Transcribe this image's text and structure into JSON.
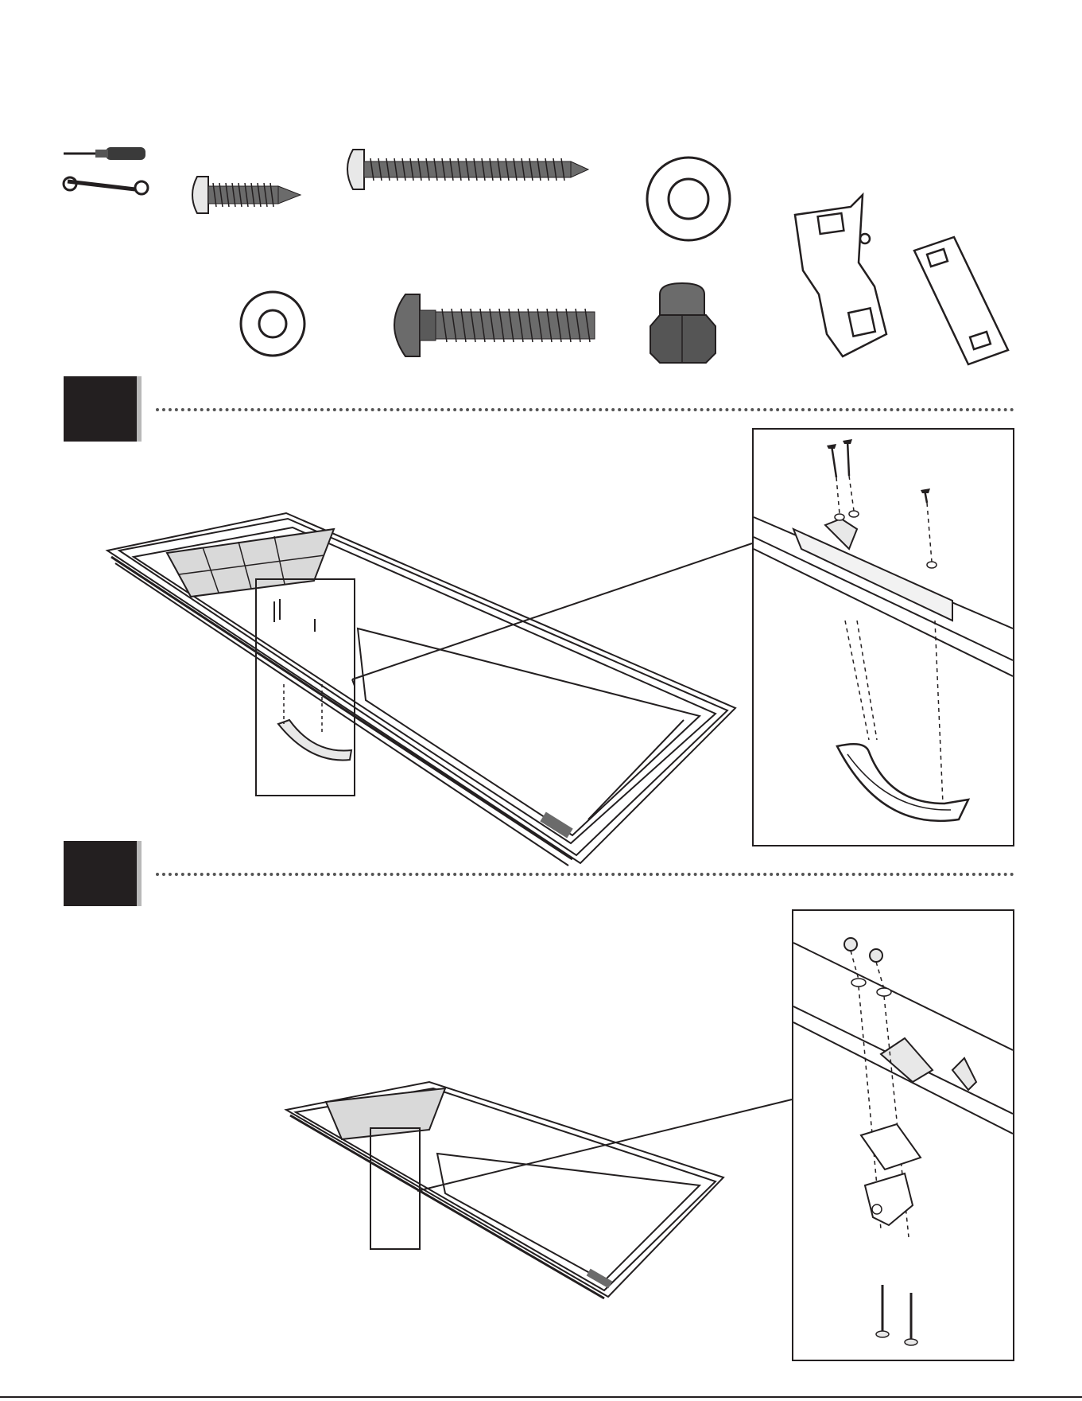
{
  "steps": [
    {
      "number": ""
    },
    {
      "number": ""
    }
  ],
  "colors": {
    "badge": "#231f20",
    "badge_shadow": "#b8b8b8",
    "ink": "#231f20",
    "part_gray": "#6b6b6b",
    "panel_gray": "#d9d9d9"
  },
  "parts": [
    {
      "name": "screwdriver-icon"
    },
    {
      "name": "wrench-icon"
    },
    {
      "name": "short-screw"
    },
    {
      "name": "long-screw"
    },
    {
      "name": "large-washer"
    },
    {
      "name": "small-washer"
    },
    {
      "name": "carriage-bolt"
    },
    {
      "name": "acorn-nut"
    },
    {
      "name": "hinge-bracket"
    },
    {
      "name": "flat-plate"
    }
  ]
}
